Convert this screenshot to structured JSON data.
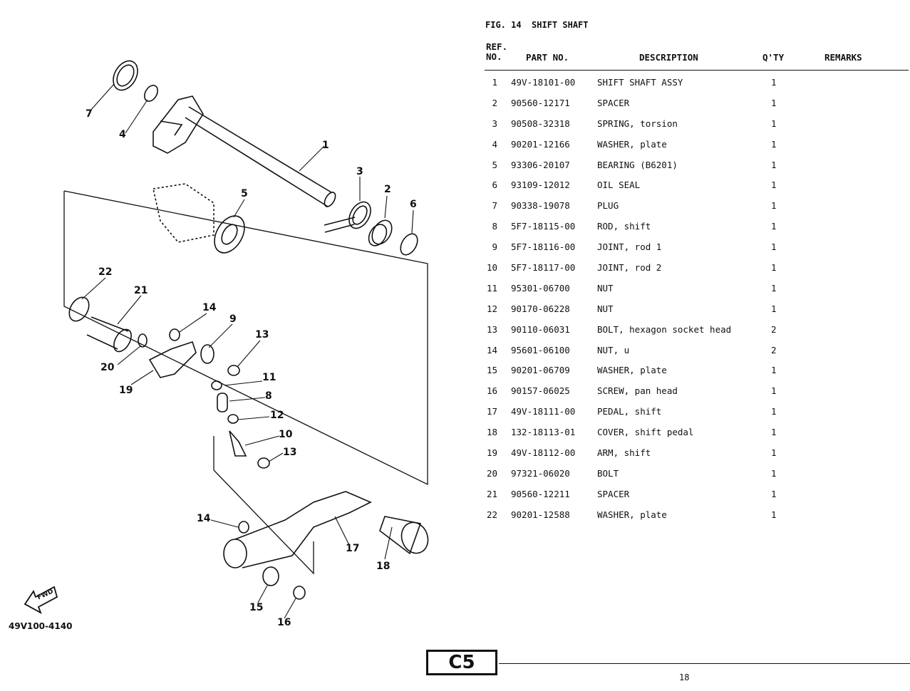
{
  "figure": {
    "title": "FIG. 14  SHIFT SHAFT"
  },
  "table": {
    "headers": {
      "ref": "REF.\nNO.",
      "part_no": "PART NO.",
      "description": "DESCRIPTION",
      "qty": "Q'TY",
      "remarks": "REMARKS"
    },
    "rows": [
      {
        "ref": "1",
        "part_no": "49V-18101-00",
        "description": "SHIFT SHAFT ASSY",
        "qty": "1"
      },
      {
        "ref": "2",
        "part_no": "90560-12171",
        "description": "SPACER",
        "qty": "1"
      },
      {
        "ref": "3",
        "part_no": "90508-32318",
        "description": "SPRING, torsion",
        "qty": "1"
      },
      {
        "ref": "4",
        "part_no": "90201-12166",
        "description": "WASHER, plate",
        "qty": "1"
      },
      {
        "ref": "5",
        "part_no": "93306-20107",
        "description": "BEARING (B6201)",
        "qty": "1"
      },
      {
        "ref": "6",
        "part_no": "93109-12012",
        "description": "OIL SEAL",
        "qty": "1"
      },
      {
        "ref": "7",
        "part_no": "90338-19078",
        "description": "PLUG",
        "qty": "1"
      },
      {
        "ref": "8",
        "part_no": "5F7-18115-00",
        "description": "ROD, shift",
        "qty": "1"
      },
      {
        "ref": "9",
        "part_no": "5F7-18116-00",
        "description": "JOINT, rod 1",
        "qty": "1"
      },
      {
        "ref": "10",
        "part_no": "5F7-18117-00",
        "description": "JOINT, rod 2",
        "qty": "1"
      },
      {
        "ref": "11",
        "part_no": "95301-06700",
        "description": "NUT",
        "qty": "1"
      },
      {
        "ref": "12",
        "part_no": "90170-06228",
        "description": "NUT",
        "qty": "1"
      },
      {
        "ref": "13",
        "part_no": "90110-06031",
        "description": "BOLT, hexagon socket head",
        "qty": "2"
      },
      {
        "ref": "14",
        "part_no": "95601-06100",
        "description": "NUT, u",
        "qty": "2"
      },
      {
        "ref": "15",
        "part_no": "90201-06709",
        "description": "WASHER, plate",
        "qty": "1"
      },
      {
        "ref": "16",
        "part_no": "90157-06025",
        "description": "SCREW, pan head",
        "qty": "1"
      },
      {
        "ref": "17",
        "part_no": "49V-18111-00",
        "description": "PEDAL, shift",
        "qty": "1"
      },
      {
        "ref": "18",
        "part_no": "132-18113-01",
        "description": "COVER, shift pedal",
        "qty": "1"
      },
      {
        "ref": "19",
        "part_no": "49V-18112-00",
        "description": "ARM, shift",
        "qty": "1"
      },
      {
        "ref": "20",
        "part_no": "97321-06020",
        "description": "BOLT",
        "qty": "1"
      },
      {
        "ref": "21",
        "part_no": "90560-12211",
        "description": "SPACER",
        "qty": "1"
      },
      {
        "ref": "22",
        "part_no": "90201-12588",
        "description": "WASHER, plate",
        "qty": "1"
      }
    ]
  },
  "diagram": {
    "callouts": [
      "7",
      "4",
      "1",
      "3",
      "2",
      "6",
      "5",
      "22",
      "21",
      "14",
      "9",
      "13",
      "20",
      "19",
      "11",
      "8",
      "12",
      "10",
      "13",
      "14",
      "17",
      "18",
      "15",
      "16"
    ],
    "direction_label": "FWD",
    "drawing_code": "49V100-4140"
  },
  "footer": {
    "section_tag": "C5",
    "page_number": "18"
  }
}
